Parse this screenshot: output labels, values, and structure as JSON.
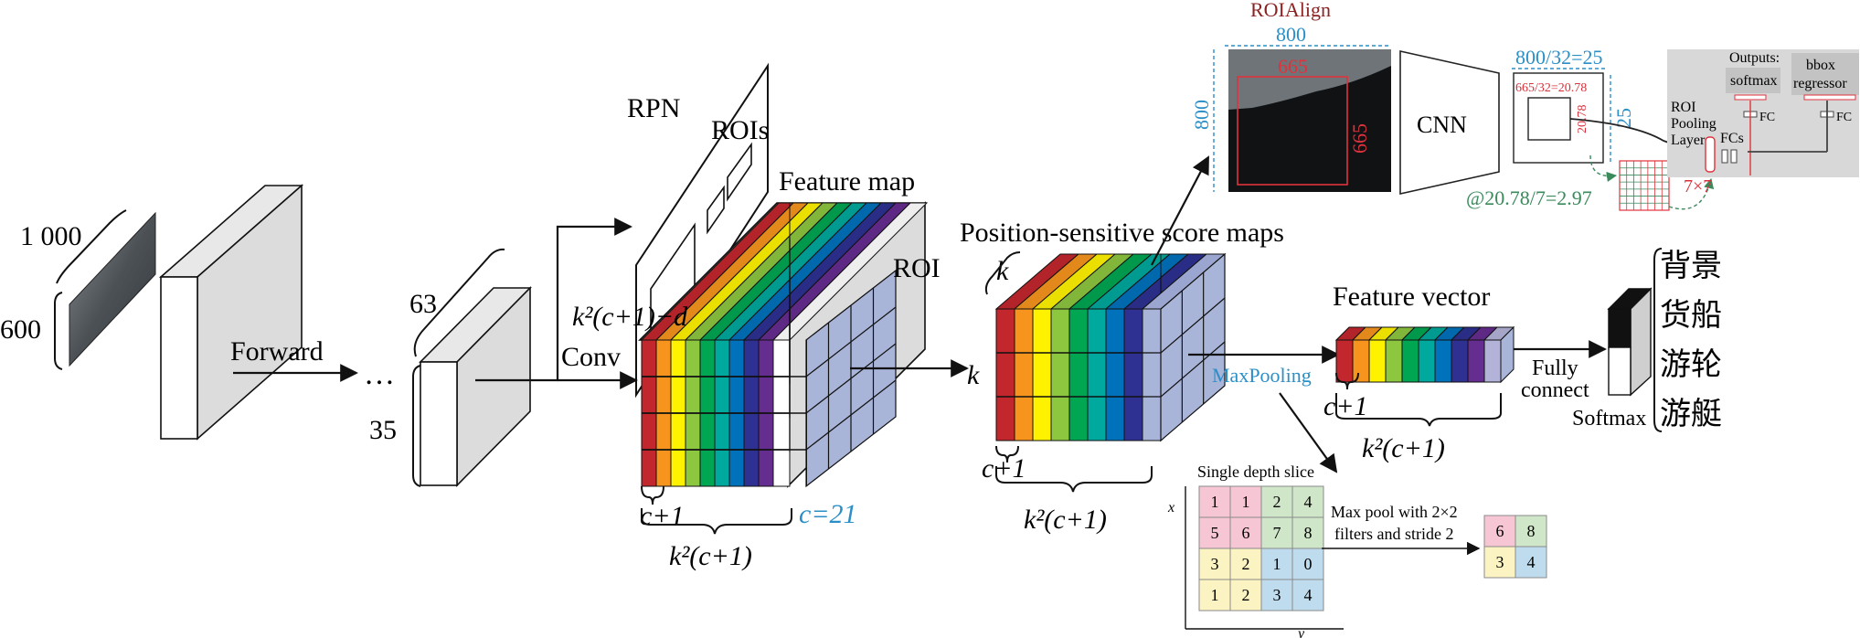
{
  "input": {
    "width": "1 000",
    "height": "600"
  },
  "forward_label": "Forward",
  "ellipsis": "…",
  "conv_dims": {
    "depth": "63",
    "side": "35"
  },
  "rpn_label": "RPN",
  "rois_label": "ROIs",
  "conv_label": "Conv",
  "feature_map_label": "Feature map",
  "roi_label": "ROI",
  "feature_depth_label": "k²(c+1)−d",
  "c_plus_1": "c+1",
  "k2c1": "k²(c+1)",
  "c_value": "c=21",
  "k": "k",
  "ps_label": "Position-sensitive score maps",
  "maxpooling_label": "MaxPooling",
  "feature_vector_label": "Feature vector",
  "fully_connect": [
    "Fully",
    "connect"
  ],
  "softmax_label": "Softmax",
  "classes": [
    "背景",
    "货船",
    "游轮",
    "游艇"
  ],
  "roialign": {
    "title": "ROIAlign",
    "img_w": "800",
    "img_h": "800",
    "roi_w": "665",
    "roi_h": "665",
    "cnn": "CNN",
    "fm_w": "800/32=25",
    "fm_h": "25",
    "fm_roi_w": "665/32=20.78",
    "fm_roi_h": "20.78",
    "bin": "@20.78/7=2.97",
    "pool": "7×7",
    "outputs": "Outputs:",
    "softmax": "softmax",
    "bbox": [
      "bbox",
      "regressor"
    ],
    "fc": "FC",
    "fcs": "FCs",
    "roi_pool": [
      "ROI",
      "Pooling",
      "Layer"
    ]
  },
  "maxpool_demo": {
    "title": "Single depth slice",
    "x_axis": "x",
    "y_axis": "y",
    "grid": [
      [
        1,
        1,
        2,
        4
      ],
      [
        5,
        6,
        7,
        8
      ],
      [
        3,
        2,
        1,
        0
      ],
      [
        1,
        2,
        3,
        4
      ]
    ],
    "caption": [
      "Max pool with 2×2",
      "filters and stride 2"
    ],
    "result": [
      [
        6,
        8
      ],
      [
        3,
        4
      ]
    ]
  },
  "colors": {
    "rainbow": [
      "#c1272d",
      "#f7941d",
      "#fff200",
      "#8dc63f",
      "#00a651",
      "#00a99d",
      "#0072bc",
      "#2e3192",
      "#662d91",
      "#b3b3d9"
    ],
    "blue_text": "#2b8fc7",
    "red_text": "#d9303b",
    "dark_red": "#8b2323",
    "green_text": "#3a8a5c",
    "pool_colors": [
      "#f6c6d4",
      "#cfe6c8",
      "#fbf4c2",
      "#bfdcef"
    ]
  }
}
